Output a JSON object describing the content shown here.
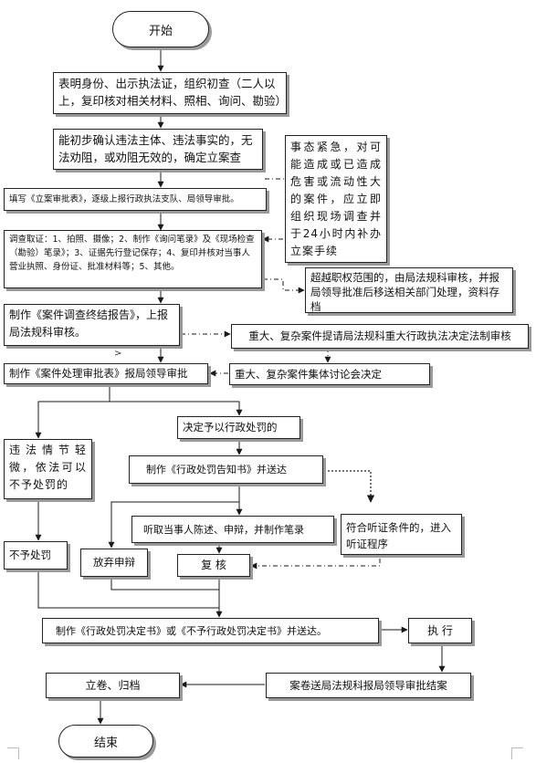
{
  "flow": {
    "start": "开始",
    "identify": "表明身份、出示执法证，组织初查（二人以上，复印核对相关材料、照相、询问、勘验）",
    "confirm": "能初步确认违法主体、违法事实的，无法劝阻，或劝阻无效的，确定立案查处。",
    "emergency": "事态紧急，对可能造成或已造成危害或流动性大的案件，应立即组织现场调查并于24小时内补办立案手续",
    "register": "填写《立案审批表》，逐级上报行政执法支队、局领导审批。",
    "investigate": "调查取证：1、拍照、摄像；2、制作《询问笔录》及《现场检查（勘验）笔录》；3、证据先行登记保存；4、复印并核对当事人营业执照、身份证、批准材料等；5、其他。",
    "beyond_authority": "超越职权范围的，由局法规科审核，并报局领导批准后移送相关部门处理，资料存档",
    "final_report": "制作《案件调查终结报告》，上报局法规科审核。",
    "legal_review": "重大、复杂案件提请局法规科重大行政执法决定法制审核",
    "stray_mark": ">",
    "approval_form": "制作《案件处理审批表》报局领导审批",
    "collective_decision": "重大、复杂案件集体讨论会决定",
    "decide_penalty": "决定予以行政处罚的",
    "minor_case": "违法情节轻微，依法可以不予处罚的",
    "notice": "制作《行政处罚告知书》并送达",
    "statement": "听取当事人陈述、申辩，并制作笔录",
    "hearing": "符合听证条件的，进入听证程序",
    "no_penalty": "不予处罚",
    "waive": "放弃申辩",
    "review": "复 核",
    "decision_doc": "制作《行政处罚决定书》或《不予行政处罚决定书》并送达。",
    "execute": "执 行",
    "archive": "立卷、归档",
    "case_close": "案卷送局法规科报局领导审批结案",
    "end": "结束"
  },
  "colors": {
    "line": "#1a1a1a",
    "shadow": "#9a9a9a",
    "text": "#111111"
  }
}
